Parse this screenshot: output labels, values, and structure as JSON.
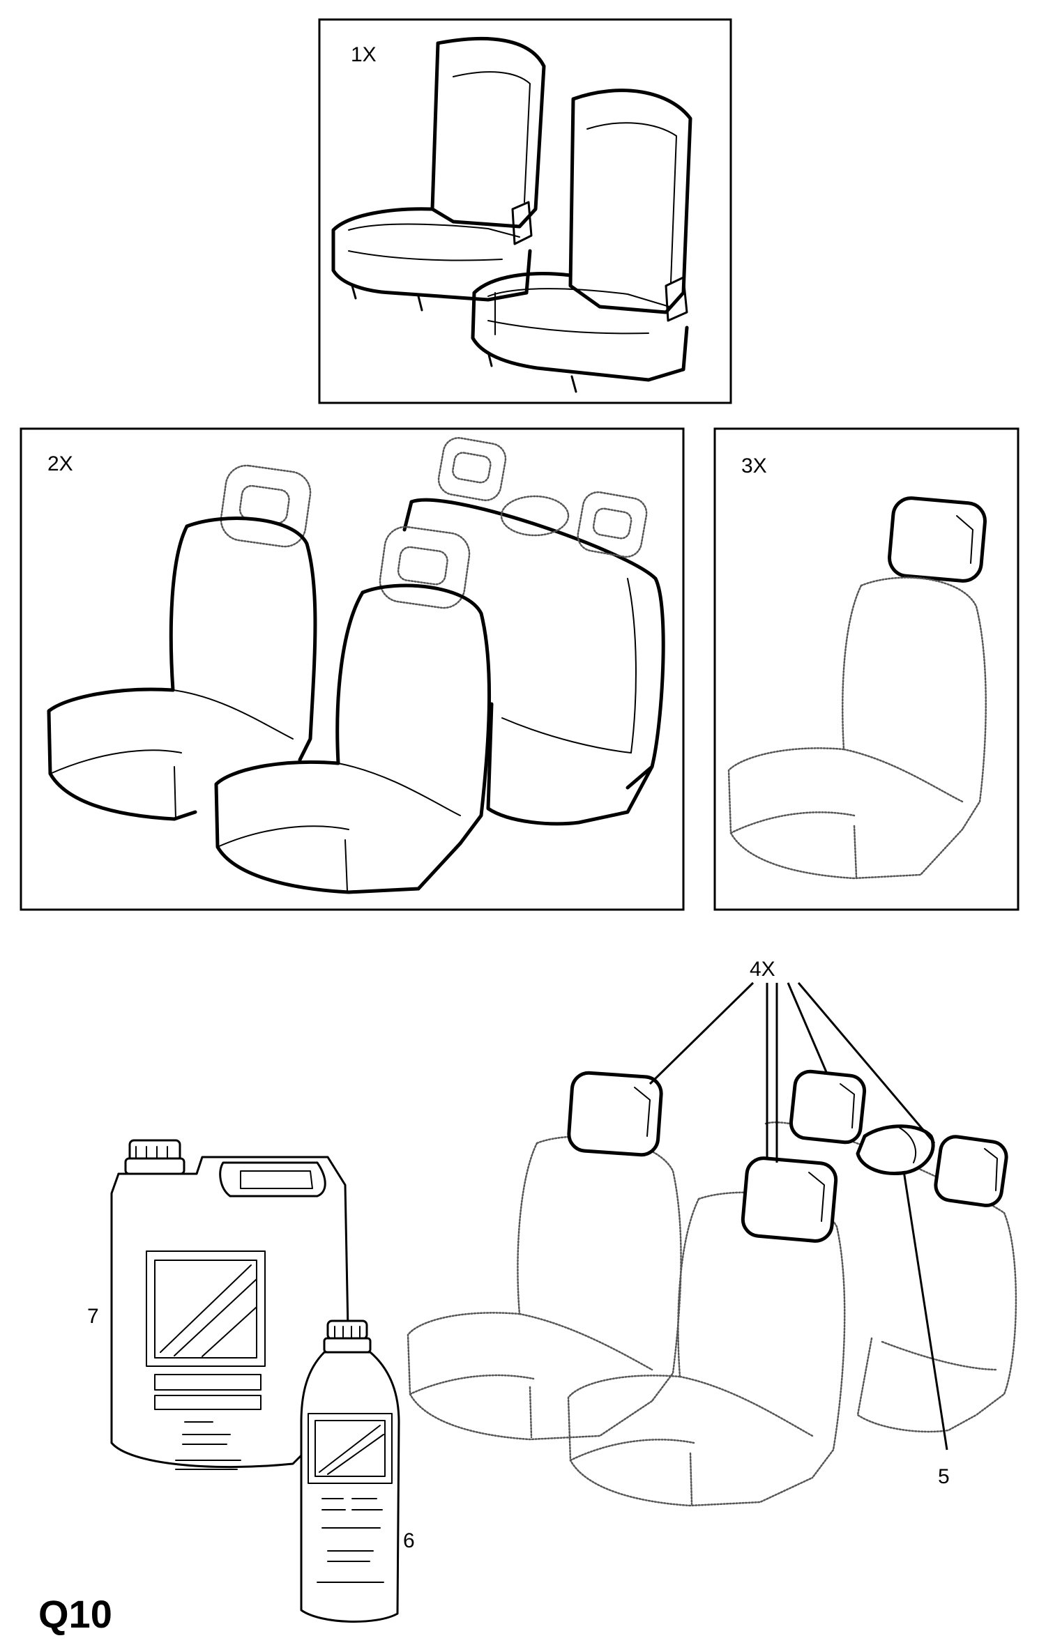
{
  "diagram": {
    "code": "Q10",
    "panels": [
      {
        "id": "panel-1",
        "label": "1X"
      },
      {
        "id": "panel-2",
        "label": "2X"
      },
      {
        "id": "panel-3",
        "label": "3X"
      }
    ],
    "callouts": {
      "headrests": "4X",
      "center_cushion": "5",
      "bottle": "6",
      "canister": "7"
    }
  }
}
